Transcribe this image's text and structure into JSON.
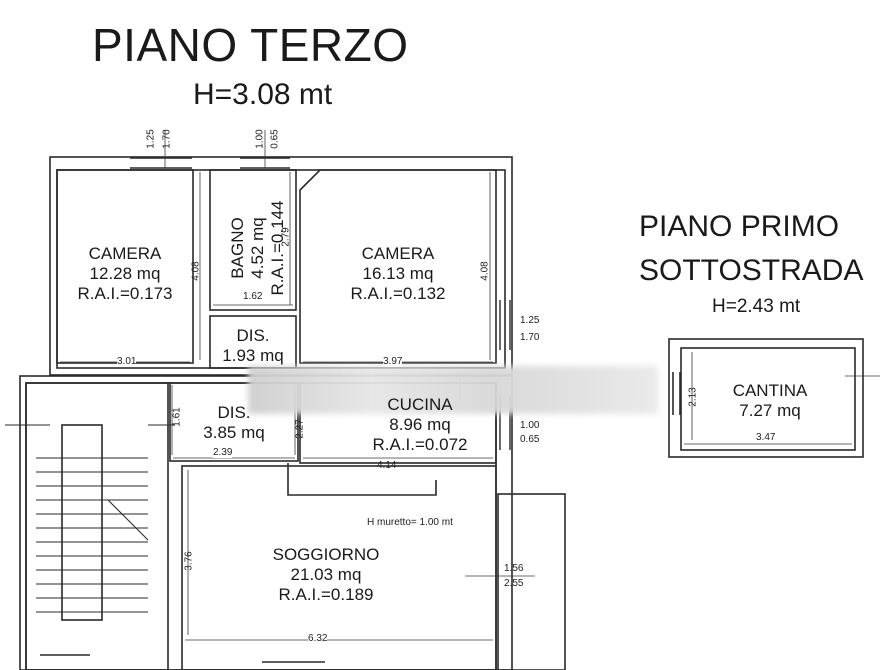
{
  "third_floor": {
    "title": "PIANO TERZO",
    "height": "H=3.08 mt",
    "rooms": {
      "camera_left": {
        "name": "CAMERA",
        "area": "12.28 mq",
        "rai": "R.A.I.=0.173"
      },
      "bagno": {
        "name": "BAGNO",
        "area": "4.52 mq",
        "rai": "R.A.I.=0.144"
      },
      "camera_right": {
        "name": "CAMERA",
        "area": "16.13 mq",
        "rai": "R.A.I.=0.132"
      },
      "dis_upper": {
        "name": "DIS.",
        "area": "1.93 mq"
      },
      "dis_lower": {
        "name": "DIS.",
        "area": "3.85 mq"
      },
      "cucina": {
        "name": "CUCINA",
        "area": "8.96 mq",
        "rai": "R.A.I.=0.072"
      },
      "soggiorno": {
        "name": "SOGGIORNO",
        "area": "21.03 mq",
        "rai": "R.A.I.=0.189"
      }
    },
    "dimensions": {
      "d_125_top": "1.25",
      "d_170_top": "1.70",
      "d_100_top": "1.00",
      "d_065_top": "0.65",
      "d_279": "2.79",
      "d_408_left": "4.08",
      "d_408_right": "4.08",
      "d_162": "1.62",
      "d_301": "3.01",
      "d_397": "3.97",
      "d_125_right": "1.25",
      "d_170_right": "1.70",
      "d_100_right": "1.00",
      "d_065_right": "0.65",
      "d_161": "1.61",
      "d_227": "2.27",
      "d_239": "2.39",
      "d_414": "4.14",
      "d_376": "3.76",
      "d_632": "6.32",
      "d_156": "1.56",
      "d_255": "2.55"
    },
    "note": "H muretto= 1.00 mt"
  },
  "basement": {
    "title_line1": "PIANO PRIMO",
    "title_line2": "SOTTOSTRADA",
    "height": "H=2.43 mt",
    "room": {
      "name": "CANTINA",
      "area": "7.27 mq"
    },
    "d_213": "2.13",
    "d_347": "3.47"
  }
}
